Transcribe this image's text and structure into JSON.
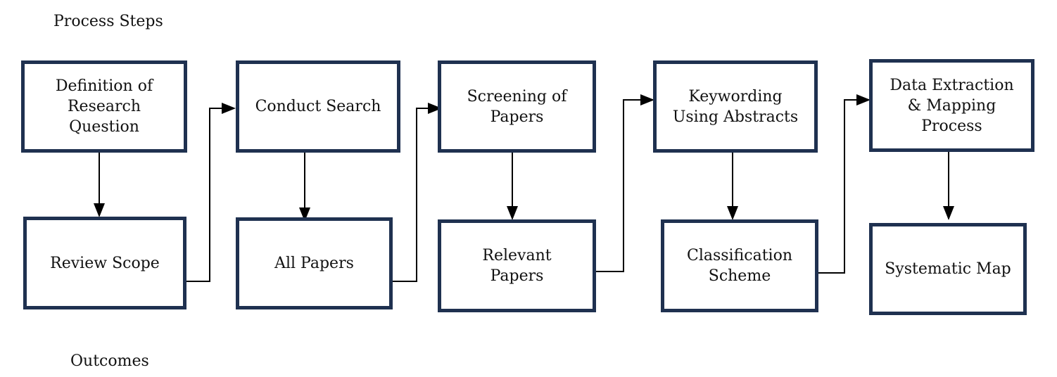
{
  "labels": {
    "process_steps": "Process Steps",
    "outcomes": "Outcomes"
  },
  "steps": [
    "Definition of\nResearch\nQuestion",
    "Conduct Search",
    "Screening of\nPapers",
    "Keywording\nUsing Abstracts",
    "Data Extraction\n& Mapping\nProcess"
  ],
  "outcomes": [
    "Review Scope",
    "All Papers",
    "Relevant\nPapers",
    "Classification\nScheme",
    "Systematic Map"
  ]
}
